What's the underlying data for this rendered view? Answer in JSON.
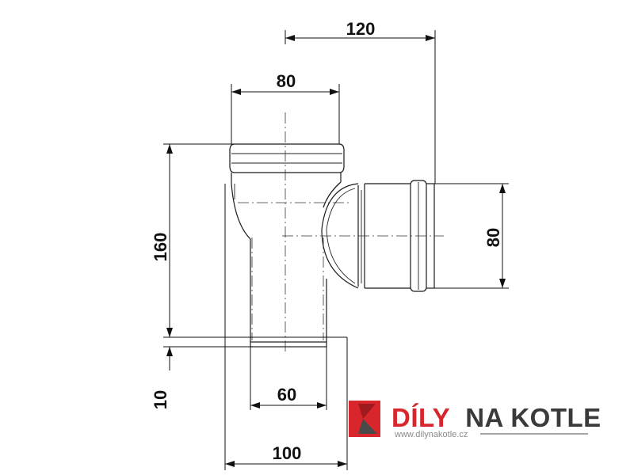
{
  "dimensions": {
    "top_width": "120",
    "socket_width": "80",
    "branch_diameter": "80",
    "height": "160",
    "spigot_length": "10",
    "spigot_width": "60",
    "bottom_width": "100"
  },
  "logo": {
    "name_part1": "DÍLY",
    "name_part2": "NA",
    "name_part3": "KOTLE",
    "url": "www.dilynakotle.cz",
    "colors": {
      "red": "#d9262c",
      "red_dark": "#9e1a1f",
      "gray": "#4a4a4a",
      "text_dark": "#3a3a3a"
    }
  }
}
